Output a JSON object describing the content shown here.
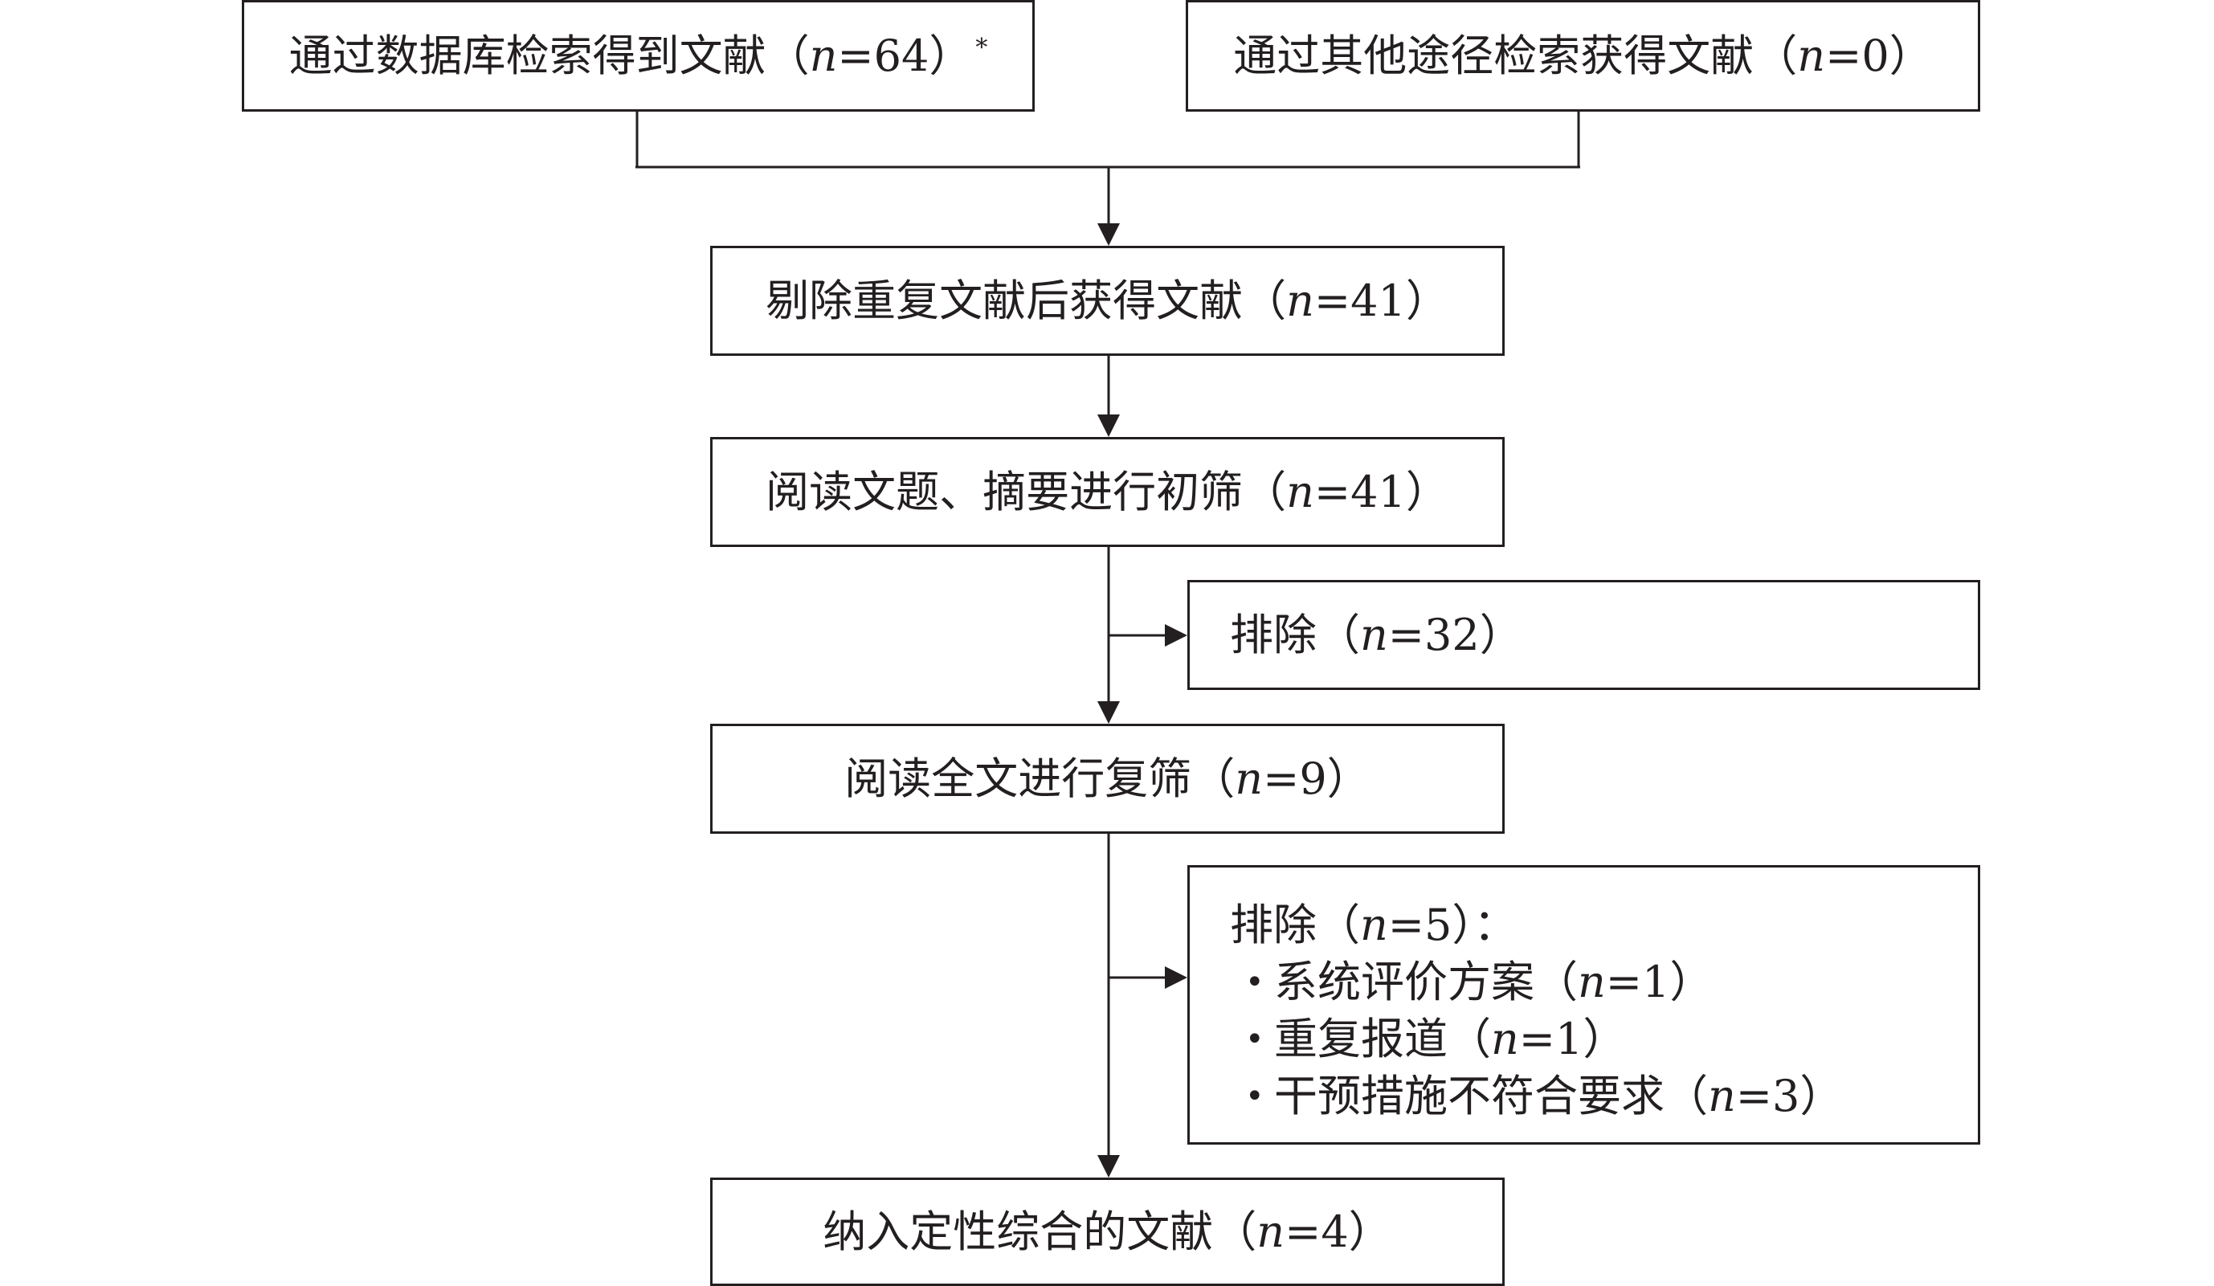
{
  "boxes": {
    "database_search": {
      "text": "通过数据库检索得到文献（",
      "n": "n",
      "value": "=64）",
      "sup": "*"
    },
    "other_sources": {
      "text": "通过其他途径检索获得文献（",
      "n": "n",
      "value": "=0）"
    },
    "after_dedup": {
      "text": "剔除重复文献后获得文献（",
      "n": "n",
      "value": "=41）"
    },
    "title_abstract_screen": {
      "text": "阅读文题、摘要进行初筛（",
      "n": "n",
      "value": "=41）"
    },
    "excluded_first": {
      "text": "排除（",
      "n": "n",
      "value": "=32）"
    },
    "fulltext_screen": {
      "text": "阅读全文进行复筛（",
      "n": "n",
      "value": "=9）"
    },
    "excluded_second": {
      "title": {
        "text": "排除（",
        "n": "n",
        "value": "=5）："
      },
      "bullet_symbol": "•",
      "items": [
        {
          "text": "系统评价方案（",
          "n": "n",
          "value": "=1）"
        },
        {
          "text": "重复报道（",
          "n": "n",
          "value": "=1）"
        },
        {
          "text": "干预措施不符合要求（",
          "n": "n",
          "value": "=3）"
        }
      ]
    },
    "included": {
      "text": "纳入定性综合的文献（",
      "n": "n",
      "value": "=4）"
    }
  }
}
